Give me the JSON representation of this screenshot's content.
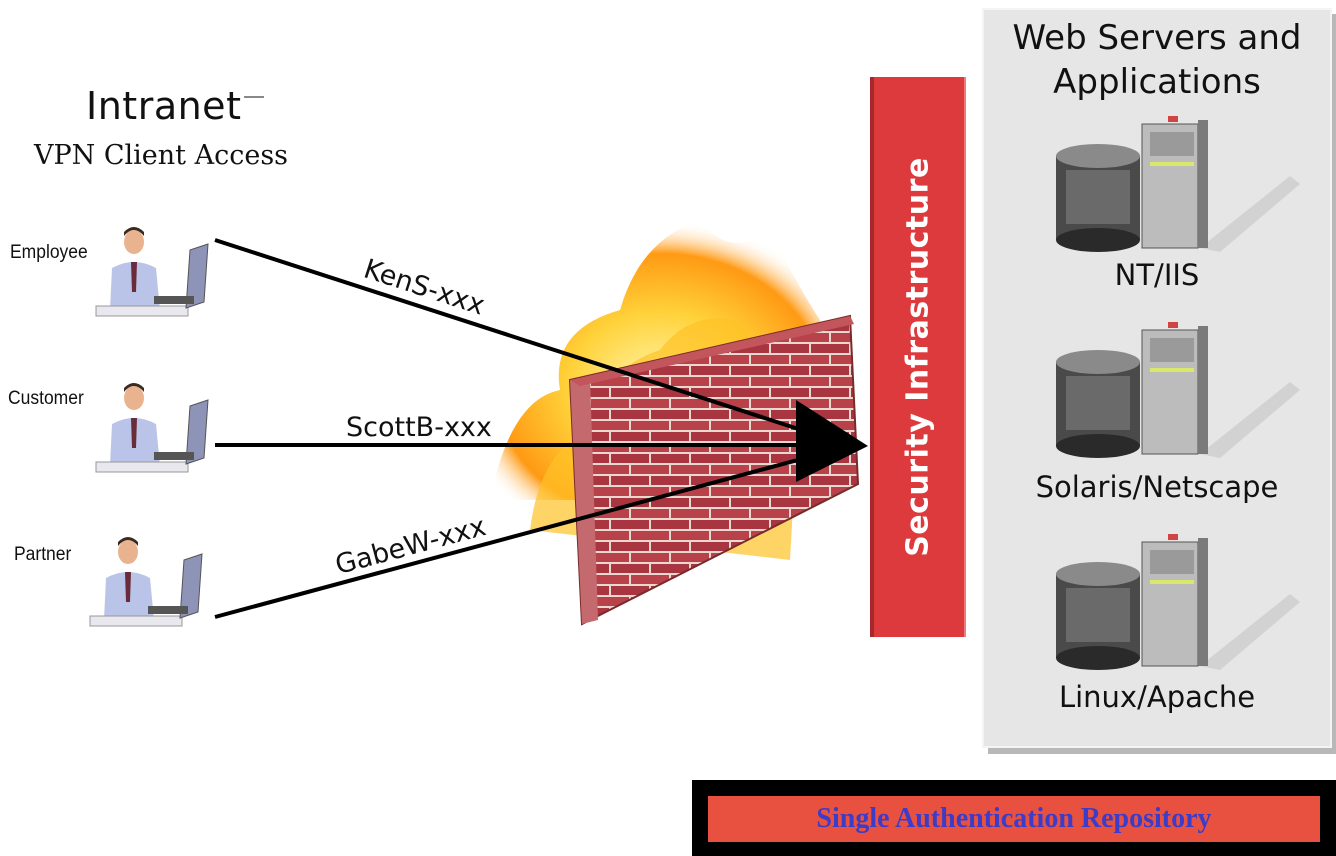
{
  "intranet": {
    "title": "Intranet",
    "subtitle": "VPN Client Access"
  },
  "clients": [
    {
      "role": "Employee",
      "credential": "KenS-xxx"
    },
    {
      "role": "Customer",
      "credential": "ScottB-xxx"
    },
    {
      "role": "Partner",
      "credential": "GabeW-xxx"
    }
  ],
  "security": {
    "label": "Security Infrastructure",
    "color": "#dd3a3e"
  },
  "servers": {
    "title_line1": "Web Servers and",
    "title_line2": "Applications",
    "items": [
      {
        "label": "NT/IIS"
      },
      {
        "label": "Solaris/Netscape"
      },
      {
        "label": "Linux/Apache"
      }
    ]
  },
  "repository": {
    "label": "Single Authentication Repository",
    "fill": "#e8513f",
    "text_color": "#3c3cc8"
  },
  "icons": [
    "user-at-laptop-icon",
    "firewall-brick-wall-icon",
    "fire-icon",
    "database-cylinder-icon",
    "server-tower-icon"
  ]
}
